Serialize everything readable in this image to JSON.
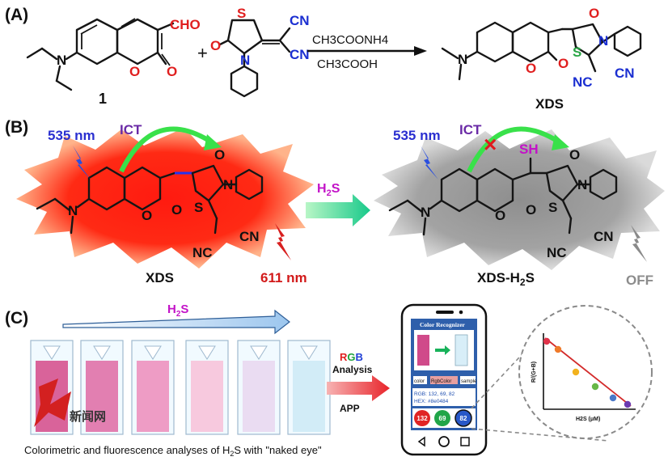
{
  "panel_a": {
    "label": "(A)",
    "aldehyde_group": "CHO",
    "compound_number": "1",
    "plus": "+",
    "reagent_top": "CH3COONH4",
    "reagent_bottom": "CH3COOH",
    "product_label": "XDS",
    "atoms": {
      "N": "N",
      "O": "O",
      "S": "S",
      "CN": "CN",
      "NC": "NC"
    }
  },
  "panel_b": {
    "label": "(B)",
    "excitation": "535 nm",
    "ict": "ICT",
    "emission": "611 nm",
    "arrow_reagent_main": "H",
    "arrow_reagent_sub": "2",
    "arrow_reagent_tail": "S",
    "left_label": "XDS",
    "right_label_main": "XDS-H",
    "right_label_sub": "2",
    "right_label_tail": "S",
    "thiol": "SH",
    "off": "OFF",
    "ict_block_mark": "×"
  },
  "panel_c": {
    "label": "(C)",
    "gradient_reagent_main": "H",
    "gradient_reagent_sub": "2",
    "gradient_reagent_tail": "S",
    "cuvette_colors": [
      "#d9639a",
      "#e27fb1",
      "#ee9cc5",
      "#f7c9de",
      "#eadcf2",
      "#d2ecf7"
    ],
    "rgb_label": [
      "R",
      "G",
      "B"
    ],
    "analysis": "Analysis",
    "app": "APP",
    "watermark": "新闻网",
    "caption_prefix": "Colorimetric and fluorescence analyses of H",
    "caption_sub": "2",
    "caption_suffix": "S with \"naked eye\"",
    "phone": {
      "app_title": "Color Recognizer",
      "btn_left": "color",
      "btn_mid": "RgbColor",
      "btn_right": "sample",
      "rgb_readout": "RGB: 132, 69, 82",
      "hex_readout": "HEX: #8e0484",
      "values": [
        "132",
        "69",
        "82"
      ]
    },
    "plot": {
      "ylabel": "R/(G+B)",
      "xlabel": "H2S (μM)",
      "point_colors": [
        "#e0334a",
        "#ef7a2a",
        "#f2b21e",
        "#67b847",
        "#4a78c8",
        "#6b3ab0"
      ]
    }
  }
}
